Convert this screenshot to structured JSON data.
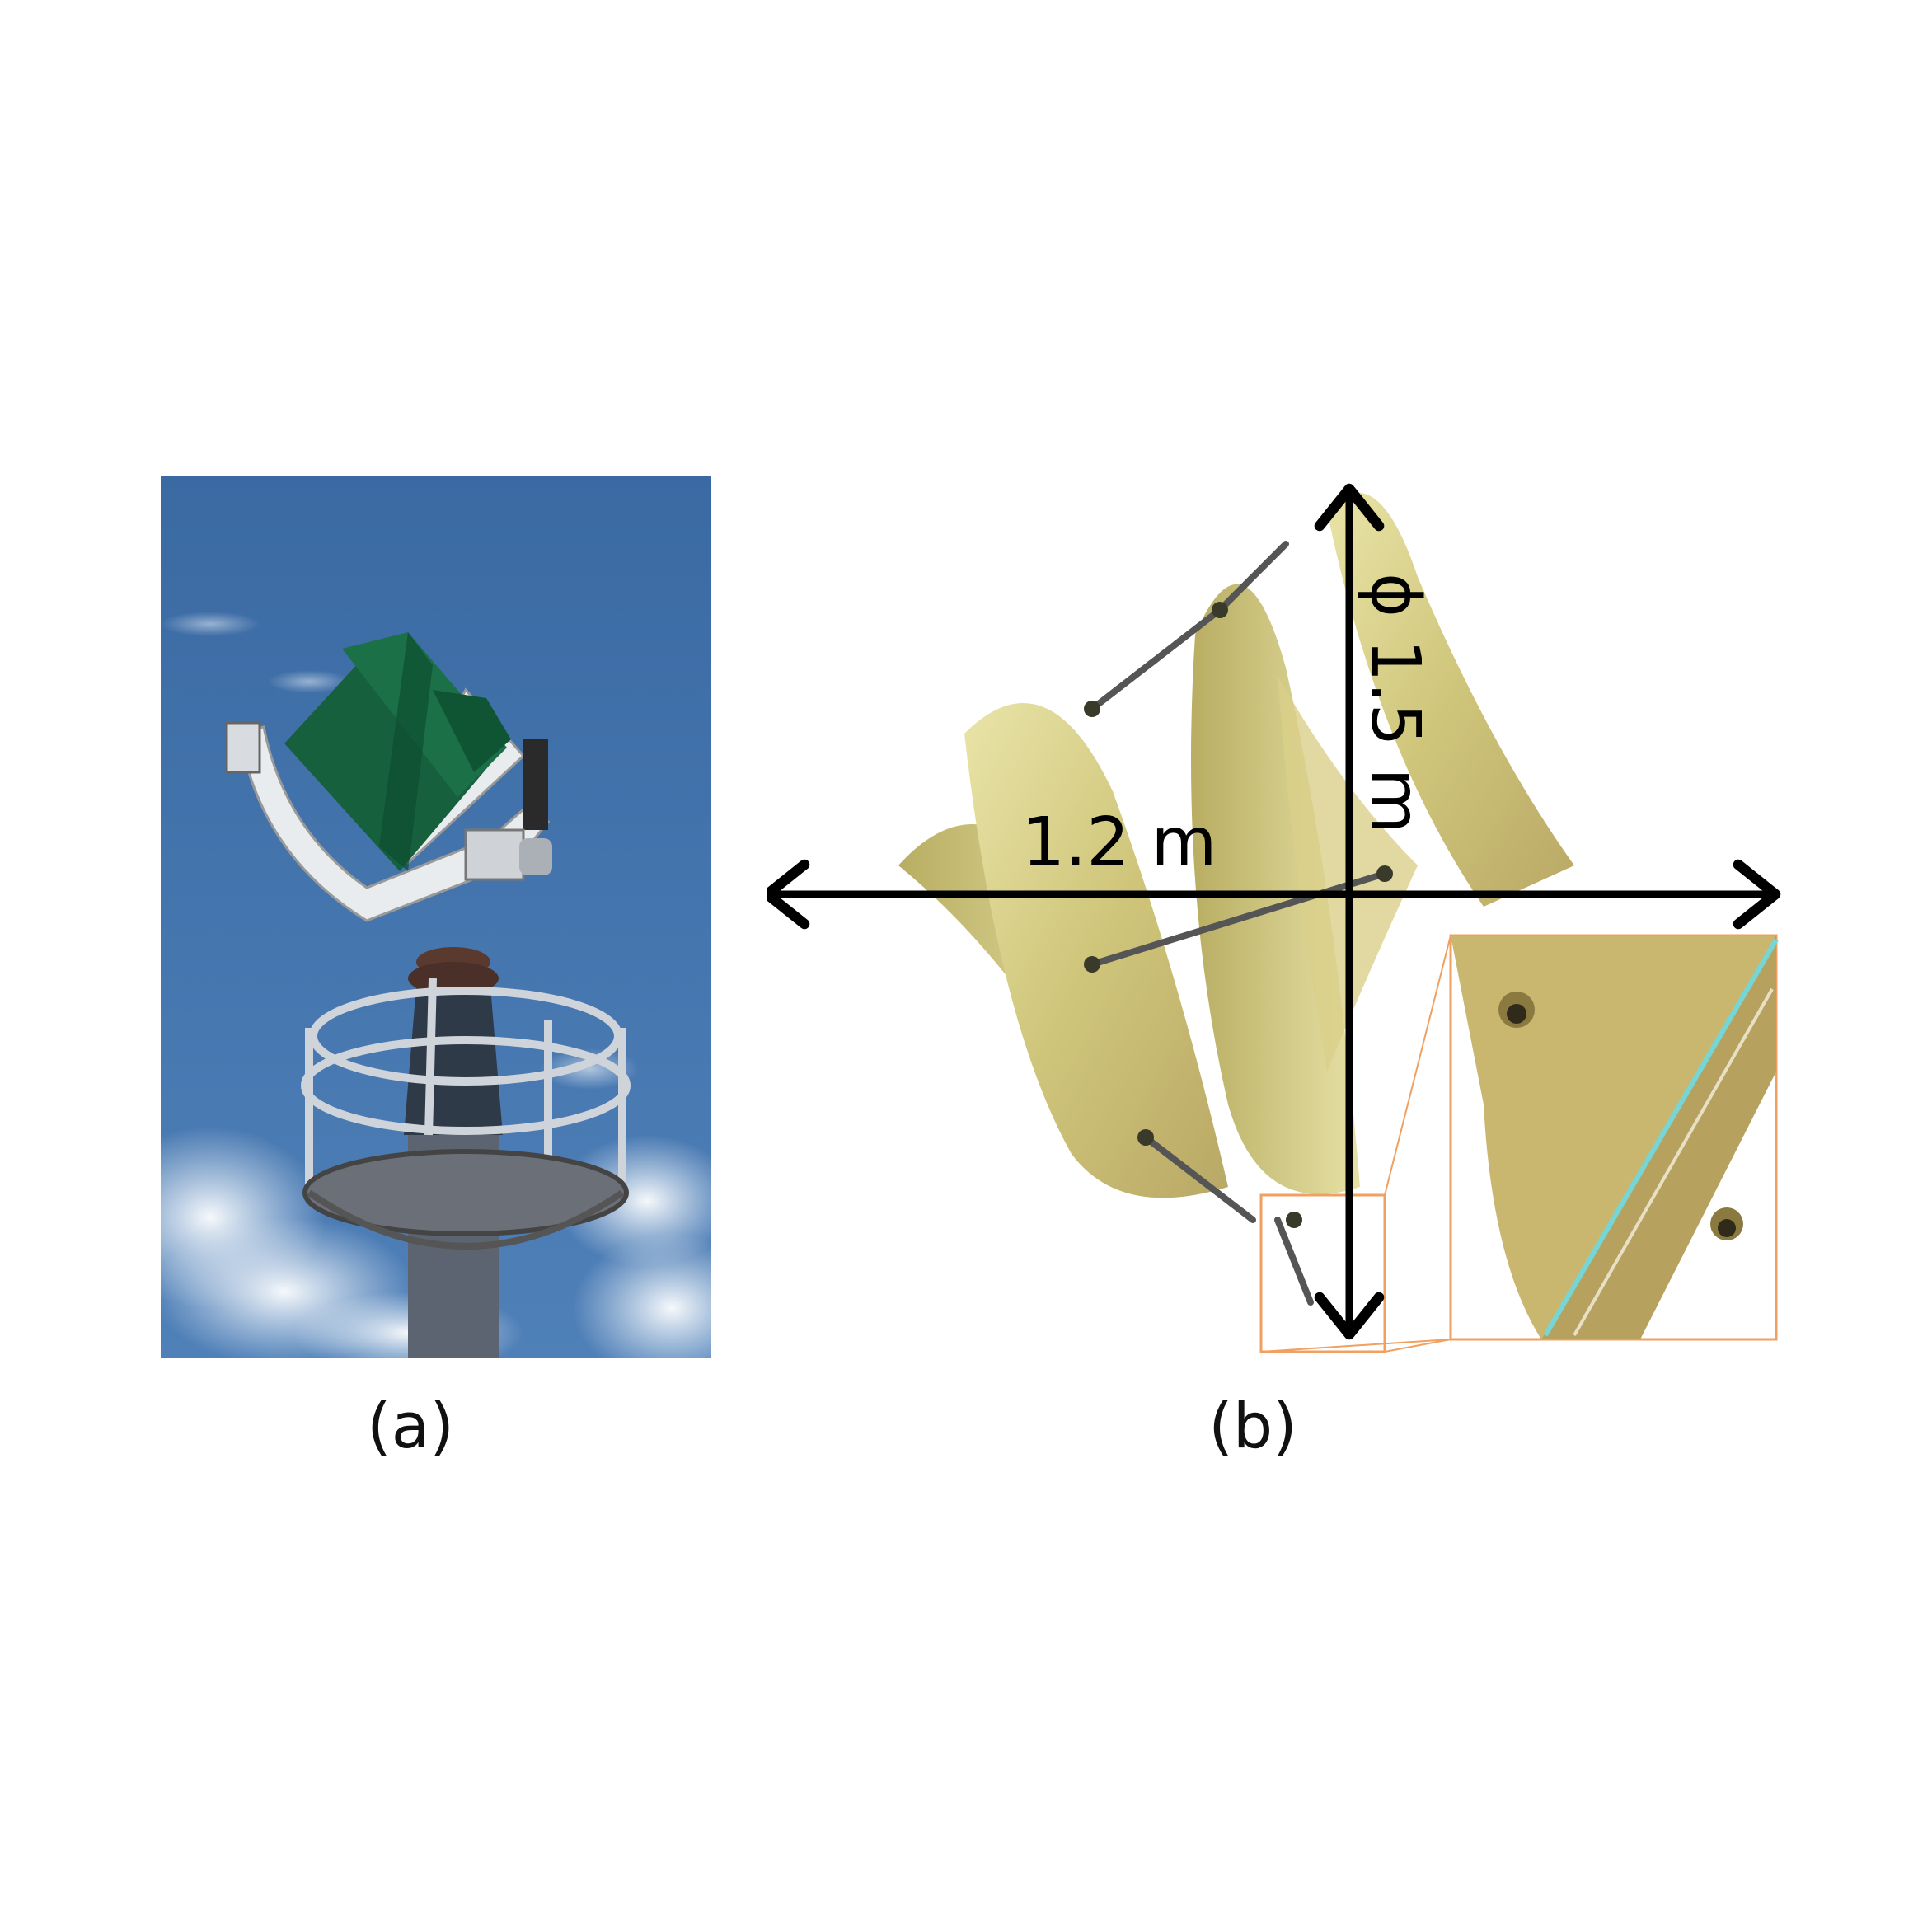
{
  "panel_a": {
    "caption": "(a)"
  },
  "panel_b": {
    "caption": "(b)",
    "width_label": "1.2 m",
    "height_label": "ϕ 1.5 m"
  },
  "colors": {
    "sky": "#3f6fa6",
    "turbine_green": "#15603e",
    "blade_yellow": "#d8d088",
    "zoom_orange": "#f0a060"
  }
}
